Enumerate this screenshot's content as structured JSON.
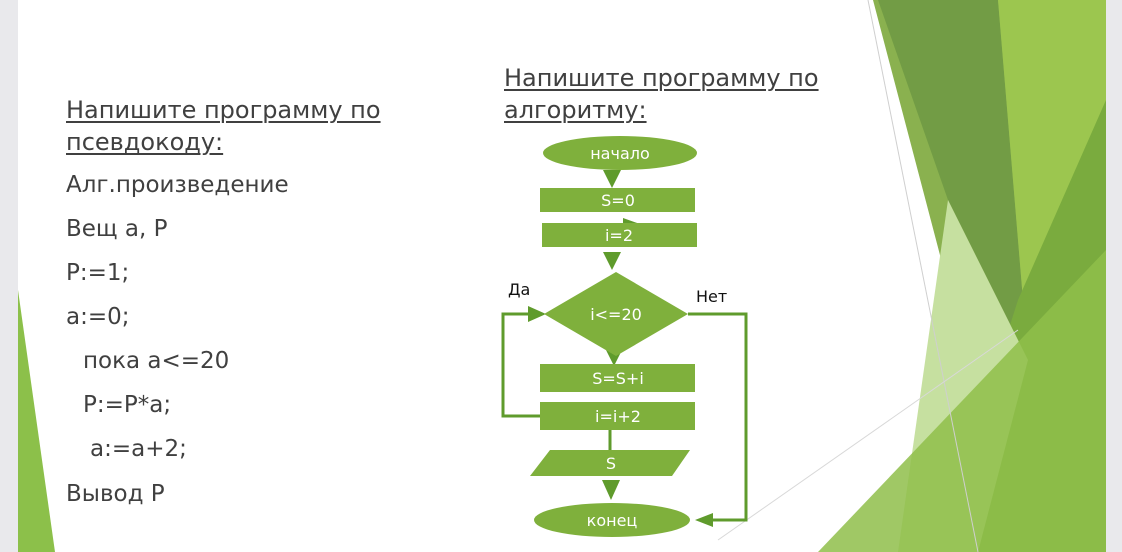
{
  "left": {
    "heading": [
      "Напишите программу по",
      "псевдокоду:"
    ],
    "lines": [
      "Алг.произведение",
      "Вещ a, P",
      "P:=1;",
      "a:=0;",
      "пока a<=20",
      "P:=P*a;",
      "a:=a+2;",
      "Вывод P"
    ]
  },
  "right": {
    "heading": [
      "Напишите программу по",
      "алгоритму:"
    ]
  },
  "flowchart": {
    "start": "начало",
    "s_init": "S=0",
    "i_init": "i=2",
    "condition": "i<=20",
    "yes_label": "Да",
    "no_label": "Нет",
    "body": "S=S+i",
    "increment": "i=i+2",
    "output": "S",
    "end": "конец"
  },
  "colors": {
    "shape": "#7fb03c",
    "line": "#5f9b2c",
    "text": "#404040"
  }
}
